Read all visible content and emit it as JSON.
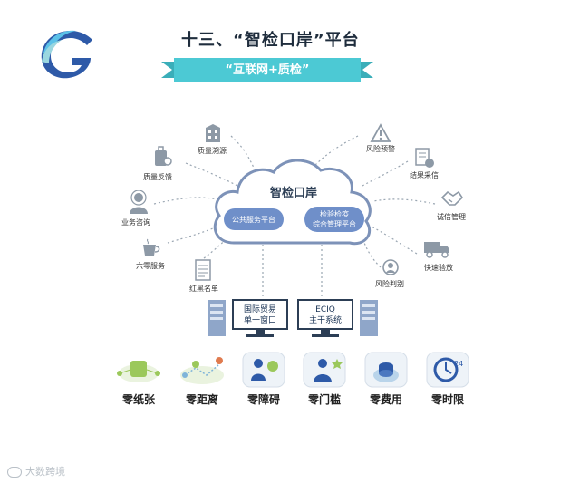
{
  "title": "十三、“智检口岸”平台",
  "banner": "“互联网+质检”",
  "cloud": {
    "title": "智检口岸",
    "left_pill": "公共服务平台",
    "right_pill_line1": "检验检疫",
    "right_pill_line2": "综合管理平台"
  },
  "left_services": [
    "质量溯源",
    "质量反馈",
    "业务咨询",
    "六零服务",
    "红黑名单"
  ],
  "right_services": [
    "风险预警",
    "结果采信",
    "诚信管理",
    "快速验放",
    "风险判别"
  ],
  "systems": {
    "left_line1": "国际贸易",
    "left_line2": "单一窗口",
    "right_line1": "ECIQ",
    "right_line2": "主干系统"
  },
  "zeros": [
    "零纸张",
    "零距离",
    "零障碍",
    "零门槛",
    "零费用",
    "零时限"
  ],
  "watermark": "大数跨境",
  "colors": {
    "banner": "#4cc9d4",
    "cloud_pill": "#6f8fc9",
    "icon_gray": "#8d99a6",
    "accent_green": "#9bc85b"
  }
}
